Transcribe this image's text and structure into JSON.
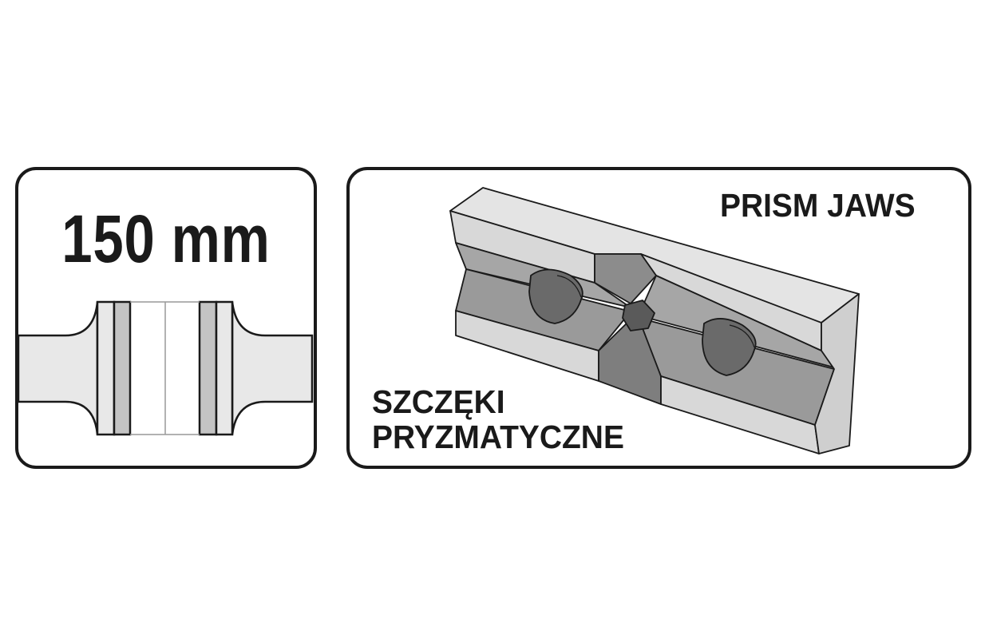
{
  "size_panel": {
    "size_label": "150 mm"
  },
  "jaws_panel": {
    "title_en": "PRISM JAWS",
    "title_pl_line1": "SZCZĘKI",
    "title_pl_line2": "PRYZMATYCZNE"
  },
  "colors": {
    "outline": "#1a1a1a",
    "light": "#e8e8e8",
    "mid": "#c4c4c4",
    "dark": "#6a6a6a"
  }
}
